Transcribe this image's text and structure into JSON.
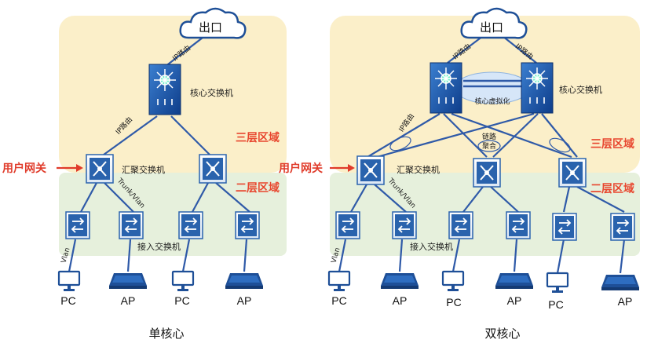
{
  "colors": {
    "layer3_zone": "#fbefc9",
    "layer2_zone": "#e6f0dc",
    "link": "#2f5aa8",
    "zone_label": "#e8472f",
    "gateway_arrow": "#e03b2a",
    "device_blue": "#2a63ad"
  },
  "single_core": {
    "exit_label": "出口",
    "ip_route_top": "IP路由",
    "core_label": "核心交换机",
    "ip_route_mid": "IP路由",
    "layer3_zone": "三层区域",
    "layer2_zone": "二层区域",
    "user_gateway": "用户网关",
    "agg_label": "汇聚交换机",
    "trunk_label": "Trunk/Vlan",
    "access_label": "接入交换机",
    "vlan_label": "Vlan",
    "endpoints": [
      "PC",
      "AP",
      "PC",
      "AP"
    ],
    "caption": "单核心"
  },
  "dual_core": {
    "exit_label": "出口",
    "ip_route_left": "IP路由",
    "ip_route_right": "IP路由",
    "core_label": "核心交换机",
    "core_virtual": "核心虚拟化",
    "ip_route_mid": "IP路由",
    "link_agg_1": "链路",
    "link_agg_2": "聚合",
    "layer3_zone": "三层区域",
    "layer2_zone": "二层区域",
    "user_gateway": "用户网关",
    "agg_label": "汇聚交换机",
    "trunk_label": "Trunk/Vlan",
    "access_label": "接入交换机",
    "vlan_label": "Vlan",
    "endpoints": [
      "PC",
      "AP",
      "PC",
      "AP",
      "PC",
      "AP"
    ],
    "caption": "双核心"
  }
}
